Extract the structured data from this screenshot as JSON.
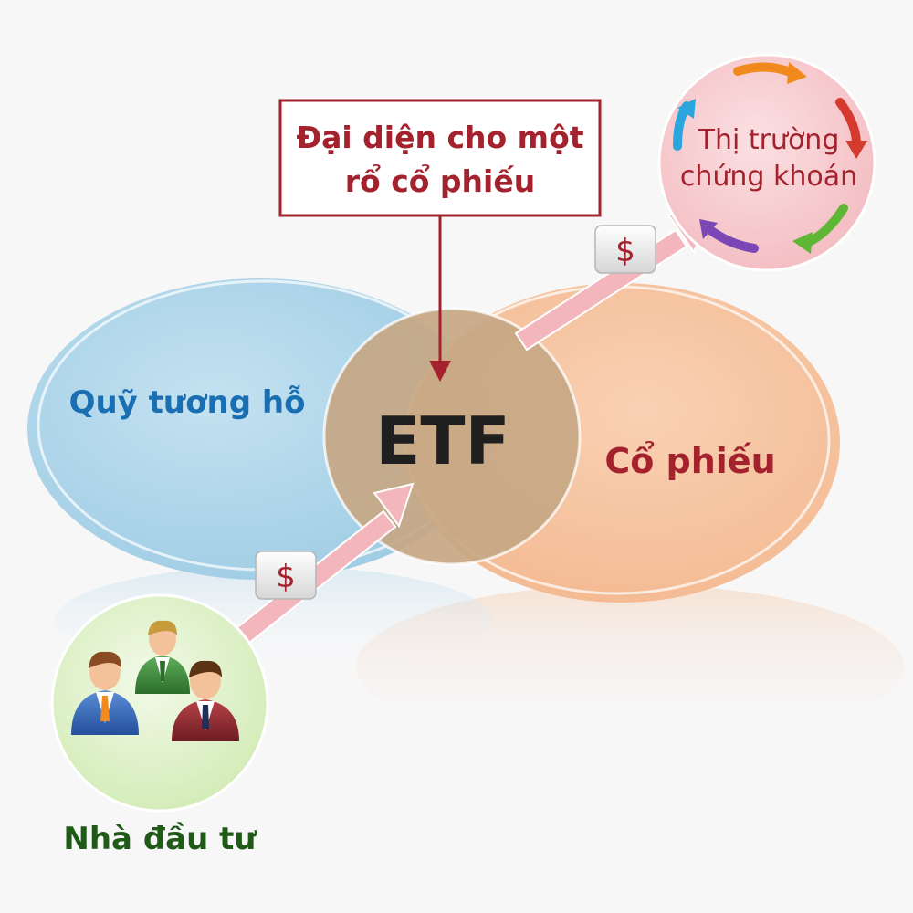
{
  "diagram": {
    "callout": {
      "line1": "Đại diện cho một",
      "line2": "rổ cổ phiếu"
    },
    "market": {
      "line1": "Thị trường",
      "line2": "chứng khoán"
    },
    "mutual_fund_label": "Quỹ tương hỗ",
    "stocks_label": "Cổ phiếu",
    "etf_label": "ETF",
    "investor_label": "Nhà đầu tư",
    "dollar_sign": "$"
  },
  "colors": {
    "blue_ellipse": "#a9d3e8",
    "orange_ellipse": "#f6bf98",
    "overlap": "#c9ab88",
    "market_circle": "#f6c9cd",
    "investor_circle": "#ddf0c5",
    "arrow_pink": "#f4b6bd",
    "callout_border": "#a3222d",
    "blue_text": "#1a6fb3",
    "red_text": "#a3222d",
    "green_text": "#1f5a16",
    "dark_text": "#1f1f1f"
  }
}
